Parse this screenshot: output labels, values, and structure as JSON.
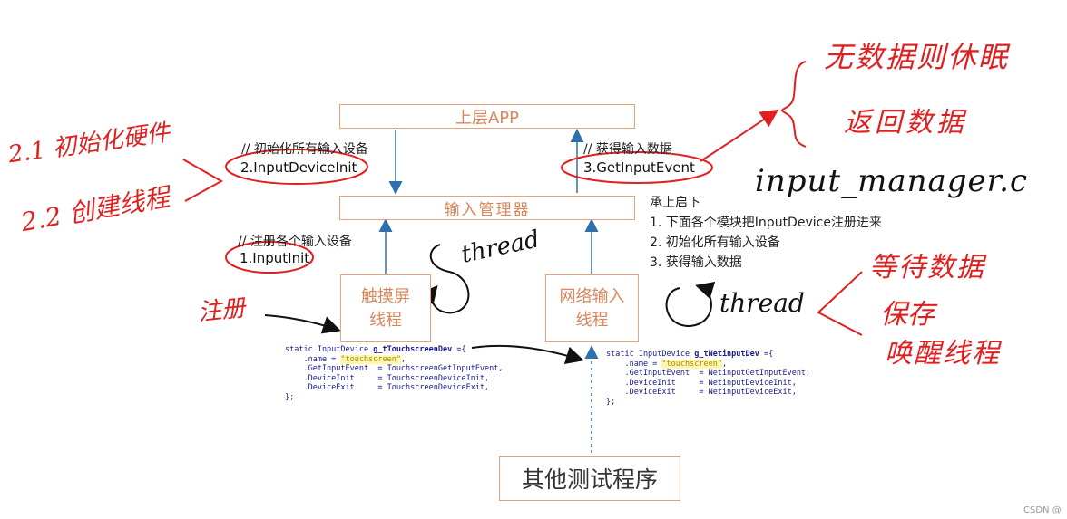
{
  "boxes": {
    "app": "上层APP",
    "manager": "输入管理器",
    "touch_line1": "触摸屏",
    "touch_line2": "线程",
    "net_line1": "网络输入",
    "net_line2": "线程",
    "test": "其他测试程序"
  },
  "comments": {
    "init_all": "// 初始化所有输入设备",
    "get_data": "// 获得输入数据",
    "register": "// 注册各个输入设备"
  },
  "calls": {
    "device_init": "2.InputDeviceInit",
    "get_event": "3.GetInputEvent",
    "input_init": "1.InputInit"
  },
  "summary": {
    "title": "承上启下",
    "items": [
      "1. 下面各个模块把InputDevice注册进来",
      "2. 初始化所有输入设备",
      "3. 获得输入数据"
    ]
  },
  "code_touch": {
    "line1_a": "static InputDevice ",
    "line1_b": "g_tTouchscreenDev",
    "line1_c": " ={",
    "name_a": "    .name = ",
    "name_str": "\"touchscreen\"",
    "name_c": ",",
    "line3": "    .GetInputEvent  = TouchscreenGetInputEvent,",
    "line4": "    .DeviceInit     = TouchscreenDeviceInit,",
    "line5": "    .DeviceExit     = TouchscreenDeviceExit,",
    "line6": "};"
  },
  "code_net": {
    "line1_a": "static InputDevice ",
    "line1_b": "g_tNetinputDev",
    "line1_c": " ={",
    "name_a": "    .name = ",
    "name_str": "\"touchscreen\"",
    "name_c": ",",
    "line3": "    .GetInputEvent  = NetinputGetInputEvent,",
    "line4": "    .DeviceInit     = NetinputDeviceInit,",
    "line5": "    .DeviceExit     = NetinputDeviceExit,",
    "line6": "};"
  },
  "handwriting": {
    "init_hw": "2.1 初始化硬件",
    "create_thread": "2.2 创建线程",
    "no_data_sleep": "无数据则休眠",
    "return_data": "返回数据",
    "file_name": "input_manager.c",
    "thread_left": "thread",
    "thread_right": "thread",
    "wait_data": "等待数据",
    "save": "保存",
    "wake_thread": "唤醒线程",
    "register_mark": "注册"
  },
  "watermark": "CSDN @",
  "colors": {
    "box_border": "#e8a27a",
    "box_text": "#d9865b",
    "arrow": "#2e6fae",
    "ink_red": "#e02020"
  }
}
